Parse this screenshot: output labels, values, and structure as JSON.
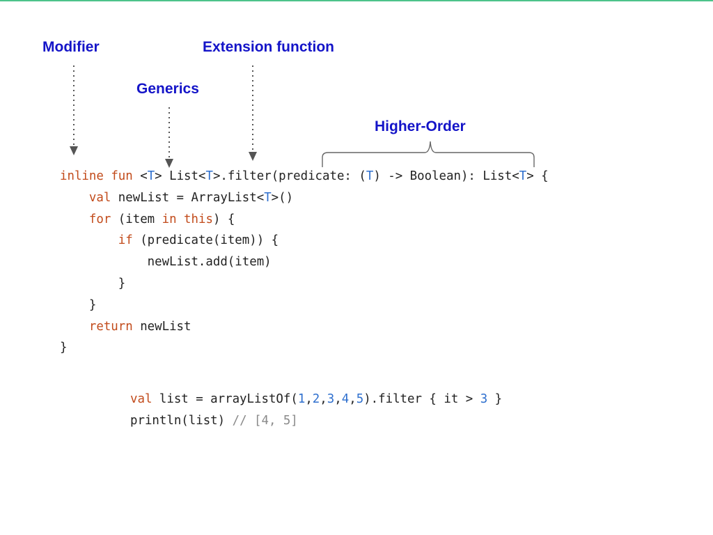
{
  "colors": {
    "accent_rule": "#4cc38a",
    "annotation_text": "#1414c8",
    "arrow": "#555555",
    "brace": "#666666",
    "keyword": "#c24b1b",
    "type_and_number": "#2e6fce",
    "comment": "#8a8a8a",
    "plain": "#222222"
  },
  "annotations": {
    "modifier": "Modifier",
    "extension_function": "Extension function",
    "generics": "Generics",
    "higher_order": "Higher-Order"
  },
  "code_block": [
    [
      [
        "kw",
        "inline"
      ],
      [
        "p",
        " "
      ],
      [
        "kw",
        "fun"
      ],
      [
        "p",
        " <"
      ],
      [
        "ty",
        "T"
      ],
      [
        "p",
        "> List<"
      ],
      [
        "ty",
        "T"
      ],
      [
        "p",
        ">.filter(predicate: ("
      ],
      [
        "ty",
        "T"
      ],
      [
        "p",
        ") -> Boolean): List<"
      ],
      [
        "ty",
        "T"
      ],
      [
        "p",
        "> {"
      ]
    ],
    [
      [
        "p",
        "    "
      ],
      [
        "kw",
        "val"
      ],
      [
        "p",
        " newList = ArrayList<"
      ],
      [
        "ty",
        "T"
      ],
      [
        "p",
        ">()"
      ]
    ],
    [
      [
        "p",
        "    "
      ],
      [
        "kw",
        "for"
      ],
      [
        "p",
        " (item "
      ],
      [
        "kw",
        "in"
      ],
      [
        "p",
        " "
      ],
      [
        "kw",
        "this"
      ],
      [
        "p",
        ") {"
      ]
    ],
    [
      [
        "p",
        "        "
      ],
      [
        "kw",
        "if"
      ],
      [
        "p",
        " (predicate(item)) {"
      ]
    ],
    [
      [
        "p",
        "            newList.add(item)"
      ]
    ],
    [
      [
        "p",
        "        }"
      ]
    ],
    [
      [
        "p",
        "    }"
      ]
    ],
    [
      [
        "p",
        "    "
      ],
      [
        "kw",
        "return"
      ],
      [
        "p",
        " newList"
      ]
    ],
    [
      [
        "p",
        "}"
      ]
    ]
  ],
  "usage_block": [
    [
      [
        "kw",
        "val"
      ],
      [
        "p",
        " list = arrayListOf("
      ],
      [
        "ty",
        "1"
      ],
      [
        "p",
        ","
      ],
      [
        "ty",
        "2"
      ],
      [
        "p",
        ","
      ],
      [
        "ty",
        "3"
      ],
      [
        "p",
        ","
      ],
      [
        "ty",
        "4"
      ],
      [
        "p",
        ","
      ],
      [
        "ty",
        "5"
      ],
      [
        "p",
        ").filter { it > "
      ],
      [
        "ty",
        "3"
      ],
      [
        "p",
        " }"
      ]
    ],
    [
      [
        "p",
        "println(list) "
      ],
      [
        "cm",
        "// [4, 5]"
      ]
    ]
  ]
}
